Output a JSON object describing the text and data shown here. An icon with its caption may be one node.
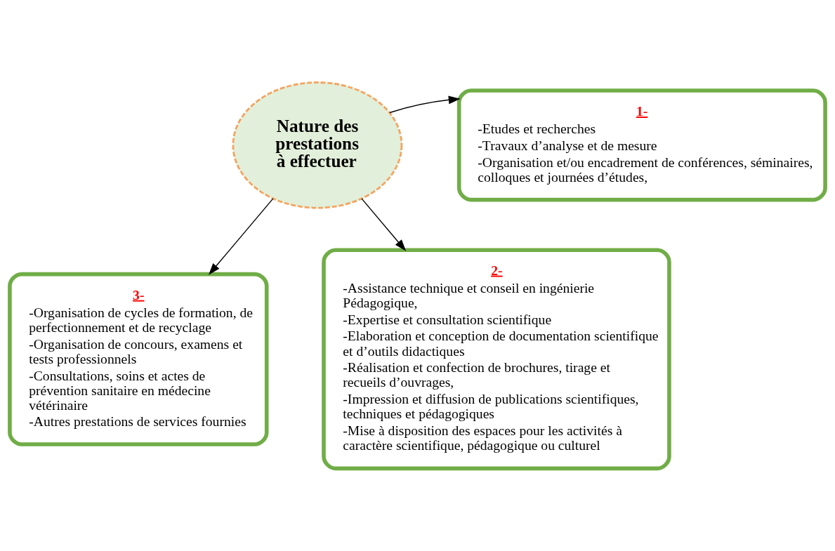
{
  "diagram": {
    "nodes": [
      {
        "text": [
          "Nature des prestations à effectuer"
        ]
      },
      {
        "text": [
          "1-",
          "-Etudes et recherches",
          "-Travaux d’analyse et de mesure",
          "-Organisation et/ou encadrement de conférences, séminaires, colloques et journées d’études,"
        ]
      },
      {
        "text": [
          "2-",
          "-Assistance technique et conseil en ingénierie Pédagogique,",
          "-Expertise et consultation scientifique",
          "-Elaboration et conception de documentation scientifique et d’outils didactiques",
          "-Réalisation et confection de brochures, tirage et recueils d’ouvrages,",
          "-Impression et diffusion de publications scientifiques, techniques et pédagogiques",
          "-Mise à disposition des espaces pour les activités à caractère scientifique, pédagogique ou culturel"
        ]
      },
      {
        "text": [
          "3-",
          "-Organisation de cycles de formation, de perfectionnement et de recyclage",
          "-Organisation de concours, examens et tests professionnels",
          "-Consultations, soins et actes de prévention sanitaire en médecine vétérinaire",
          "-Autres prestations de services fournies"
        ]
      }
    ],
    "edges": [
      {
        "from": 0,
        "to": 1,
        "arrow": "to"
      },
      {
        "from": 0,
        "to": 2,
        "arrow": "to"
      },
      {
        "from": 0,
        "to": 3,
        "arrow": "to"
      }
    ]
  }
}
